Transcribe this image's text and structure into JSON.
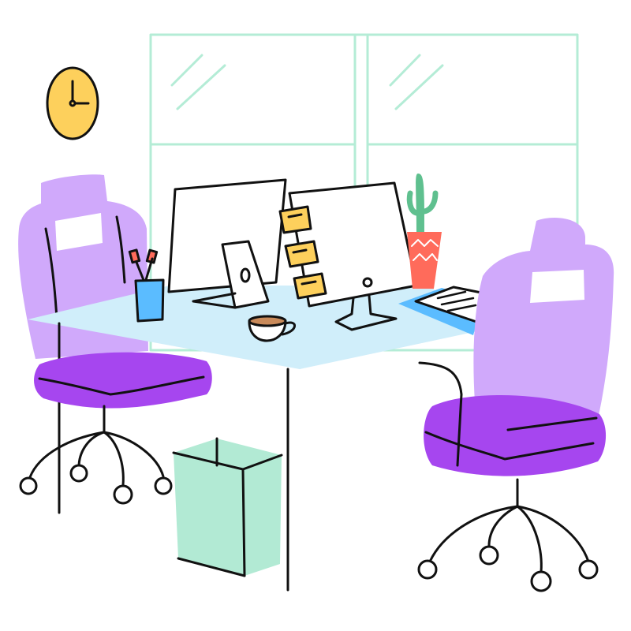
{
  "scene": {
    "subject": "office-desk-illustration",
    "colors": {
      "background": "#ffffff",
      "window_frame": "#b4ecd6",
      "clock": "#fdd05c",
      "chair_back": "#d0a9fb",
      "chair_seat": "#a646ef",
      "desk_top": "#d0eefa",
      "pencil_cup": "#5bbcff",
      "sticky_note": "#fdd05c",
      "cactus": "#5fc08f",
      "pot": "#ff6b5b",
      "paper_tray": "#5bbcff",
      "wastebasket": "#b2ead4",
      "coffee": "#c98a5a",
      "outline": "#111111"
    },
    "icons": [
      "clock-icon",
      "window",
      "chair-left",
      "chair-right",
      "desk",
      "monitor-left",
      "monitor-right",
      "sticky-notes",
      "cactus-plant",
      "pencil-cup",
      "coffee-cup",
      "papers",
      "wastebasket"
    ]
  }
}
